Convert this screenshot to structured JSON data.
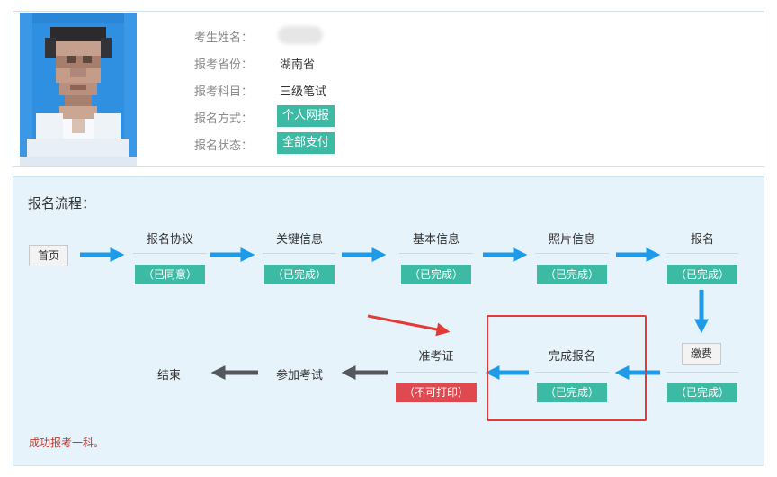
{
  "candidate": {
    "fields": [
      {
        "label": "考生姓名：",
        "value": ""
      },
      {
        "label": "报考省份：",
        "value": "湖南省"
      },
      {
        "label": "报考科目：",
        "value": "三级笔试"
      },
      {
        "label": "报名方式：",
        "value": "个人网报"
      },
      {
        "label": "报名状态：",
        "value": "全部支付"
      }
    ]
  },
  "flow": {
    "title": "报名流程：",
    "home_button": "首页",
    "steps_row1": [
      {
        "name": "报名协议",
        "status": "（已同意）"
      },
      {
        "name": "关键信息",
        "status": "（已完成）"
      },
      {
        "name": "基本信息",
        "status": "（已完成）"
      },
      {
        "name": "照片信息",
        "status": "（已完成）"
      },
      {
        "name": "报名",
        "status": "（已完成）"
      }
    ],
    "pay_button": "缴费",
    "pay_status": "（已完成）",
    "complete": {
      "name": "完成报名",
      "status": "（已完成）"
    },
    "admission": {
      "name": "准考证",
      "status": "（不可打印）"
    },
    "exam": {
      "name": "参加考试"
    },
    "end": {
      "name": "结束"
    },
    "footer_note": "成功报考一科。"
  },
  "colors": {
    "tag_green": "#3dbaa4",
    "tag_red": "#e0494f",
    "arrow_blue": "#1e9be8",
    "arrow_dark": "#54575c",
    "annotation_red": "#e53935",
    "panel_bg": "#e7f3fb"
  },
  "icons": {
    "flow_arrow": "right-arrow-icon",
    "back_arrow": "left-arrow-icon",
    "annotation": "red-pointer-arrow-icon"
  }
}
